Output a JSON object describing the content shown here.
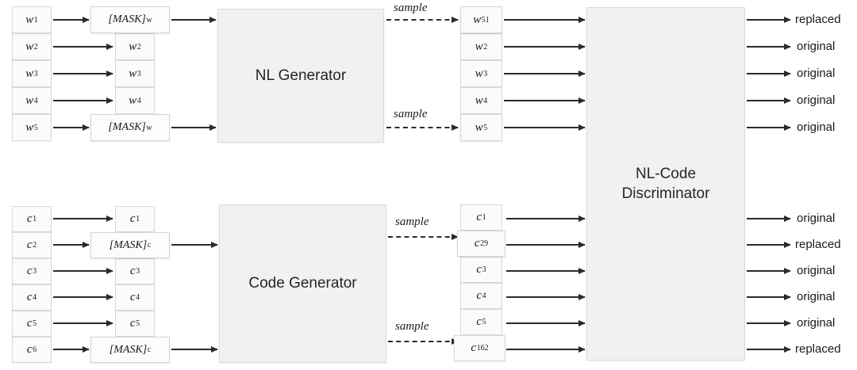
{
  "diagram": {
    "title": "NL-Code masked token replacement / discriminator pipeline",
    "colors": {
      "module_fill": "#f1f1f1",
      "module_border": "#dcdcdc",
      "cell_fill": "#fbfbfb",
      "cell_border": "#d8d8d8",
      "arrow": "#2b2b2b",
      "background": "#ffffff"
    },
    "nl_branch": {
      "input_tokens": [
        {
          "base": "w",
          "sub": "1"
        },
        {
          "base": "w",
          "sub": "2"
        },
        {
          "base": "w",
          "sub": "3"
        },
        {
          "base": "w",
          "sub": "4"
        },
        {
          "base": "w",
          "sub": "5"
        }
      ],
      "masked_tokens": [
        {
          "mask": "[MASK]",
          "sub": "w",
          "is_mask": true
        },
        {
          "base": "w",
          "sub": "2",
          "is_mask": false
        },
        {
          "base": "w",
          "sub": "3",
          "is_mask": false
        },
        {
          "base": "w",
          "sub": "4",
          "is_mask": false
        },
        {
          "mask": "[MASK]",
          "sub": "w",
          "is_mask": true
        }
      ],
      "generator_label": "NL Generator",
      "sample_labels": [
        "sample",
        "sample"
      ],
      "sampled_tokens": [
        {
          "base": "w",
          "sub": "51",
          "sampled": true
        },
        {
          "base": "w",
          "sub": "2",
          "sampled": false
        },
        {
          "base": "w",
          "sub": "3",
          "sampled": false
        },
        {
          "base": "w",
          "sub": "4",
          "sampled": false
        },
        {
          "base": "w",
          "sub": "5",
          "sampled": true
        }
      ],
      "outputs": [
        "replaced",
        "original",
        "original",
        "original",
        "original"
      ]
    },
    "code_branch": {
      "input_tokens": [
        {
          "base": "c",
          "sub": "1"
        },
        {
          "base": "c",
          "sub": "2"
        },
        {
          "base": "c",
          "sub": "3"
        },
        {
          "base": "c",
          "sub": "4"
        },
        {
          "base": "c",
          "sub": "5"
        },
        {
          "base": "c",
          "sub": "6"
        }
      ],
      "masked_tokens": [
        {
          "base": "c",
          "sub": "1",
          "is_mask": false
        },
        {
          "mask": "[MASK]",
          "sub": "c",
          "is_mask": true
        },
        {
          "base": "c",
          "sub": "3",
          "is_mask": false
        },
        {
          "base": "c",
          "sub": "4",
          "is_mask": false
        },
        {
          "base": "c",
          "sub": "5",
          "is_mask": false
        },
        {
          "mask": "[MASK]",
          "sub": "c",
          "is_mask": true
        }
      ],
      "generator_label": "Code Generator",
      "sample_labels": [
        "sample",
        "sample"
      ],
      "sampled_tokens": [
        {
          "base": "c",
          "sub": "1",
          "sampled": false
        },
        {
          "base": "c",
          "sub": "29",
          "sampled": true
        },
        {
          "base": "c",
          "sub": "3",
          "sampled": false
        },
        {
          "base": "c",
          "sub": "4",
          "sampled": false
        },
        {
          "base": "c",
          "sub": "5",
          "sampled": false
        },
        {
          "base": "c",
          "sub": "162",
          "sampled": true
        }
      ],
      "outputs": [
        "original",
        "replaced",
        "original",
        "original",
        "original",
        "replaced"
      ]
    },
    "discriminator": {
      "line1": "NL-Code",
      "line2": "Discriminator"
    }
  }
}
